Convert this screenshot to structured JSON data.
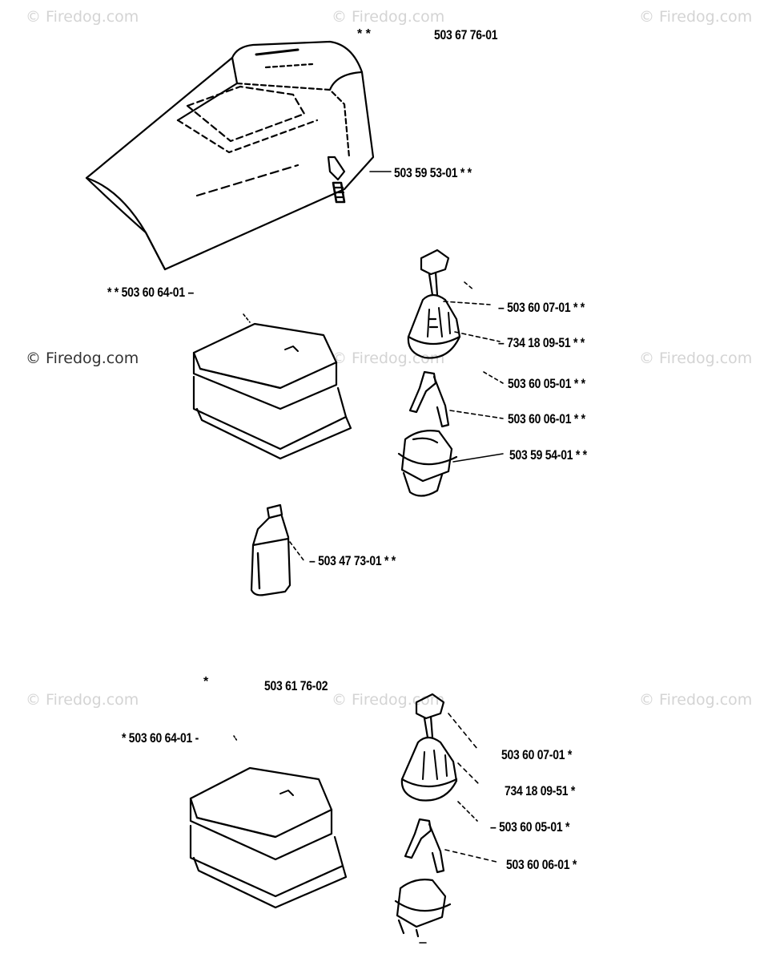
{
  "watermark": "© Firedog.com",
  "kit_top": {
    "marker": "* *",
    "number": "503 67 76-01"
  },
  "kit_bottom": {
    "marker": "*",
    "number": "503 61 76-02"
  },
  "labels_top": [
    {
      "text": "503 59 53-01  * *"
    },
    {
      "text": "* *  503 60 64-01 –"
    },
    {
      "text": "– 503 60 07-01  * *"
    },
    {
      "text": "– 734 18 09-51  * *"
    },
    {
      "text": "503 60 05-01  * *"
    },
    {
      "text": "503 60 06-01  * *"
    },
    {
      "text": "503 59 54-01  * *"
    },
    {
      "text": "– 503 47 73-01  * *"
    }
  ],
  "labels_bottom": [
    {
      "text": "*  503 60 64-01 -"
    },
    {
      "text": "503 60 07-01  *"
    },
    {
      "text": "734 18 09-51  *"
    },
    {
      "text": "– 503 60 05-01  *"
    },
    {
      "text": "503 60 06-01  *"
    }
  ]
}
